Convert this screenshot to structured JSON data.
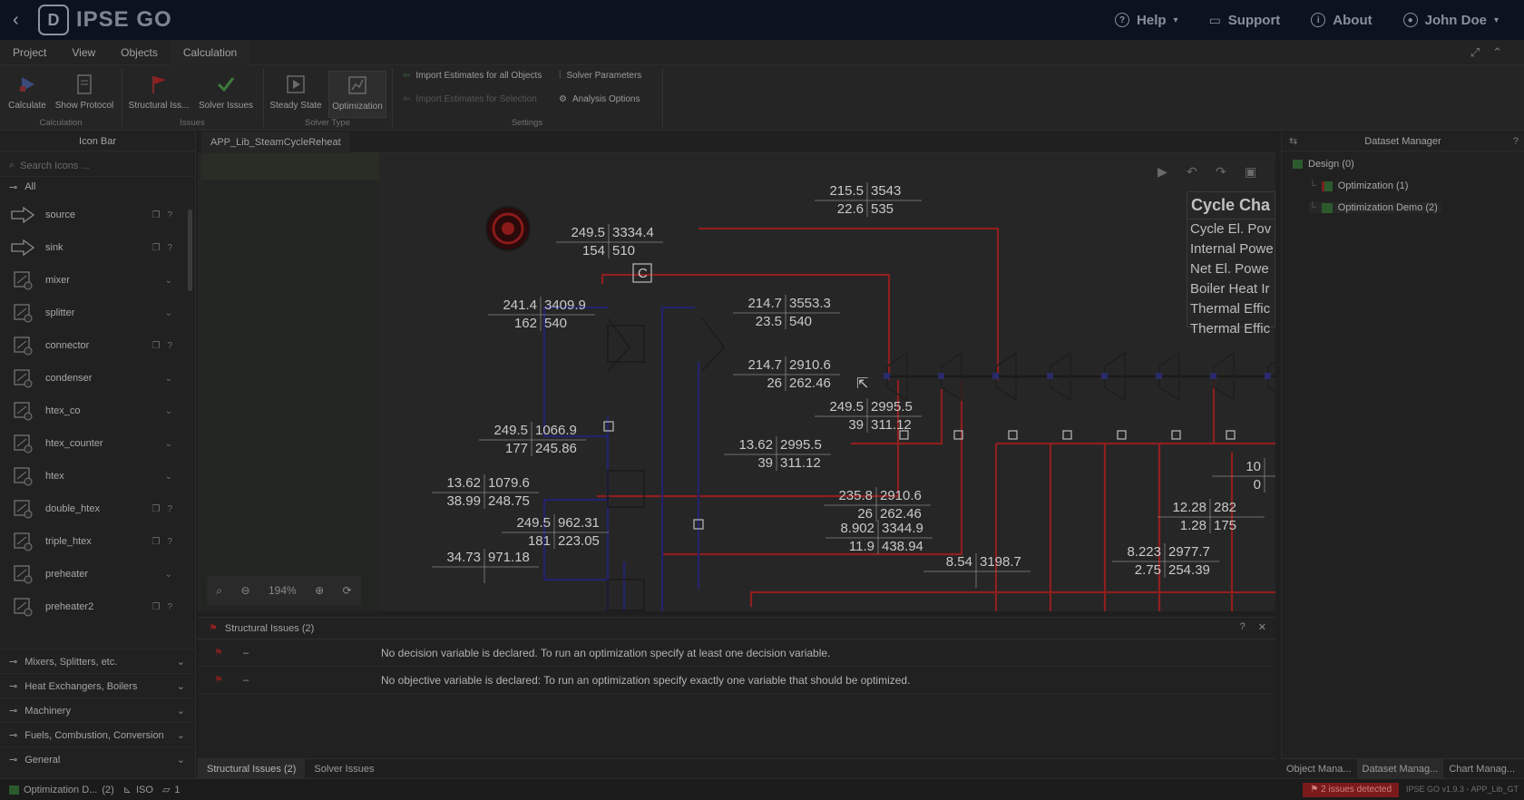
{
  "header": {
    "app_name": "IPSE GO",
    "help": "Help",
    "support": "Support",
    "about": "About",
    "user": "John Doe"
  },
  "menu": [
    "Project",
    "View",
    "Objects",
    "Calculation"
  ],
  "ribbon": {
    "calculate": "Calculate",
    "show_protocol": "Show Protocol",
    "structural_issues": "Structural Iss...",
    "solver_issues": "Solver Issues",
    "steady_state": "Steady State",
    "optimization": "Optimization",
    "import_all": "Import Estimates for all Objects",
    "import_sel": "Import Estimates for Selection",
    "solver_params": "Solver Parameters",
    "analysis_options": "Analysis Options",
    "groups": {
      "calculation": "Calculation",
      "issues": "Issues",
      "solver_type": "Solver Type",
      "settings": "Settings"
    }
  },
  "left_panel": {
    "title": "Icon Bar",
    "search_placeholder": "Search Icons ...",
    "all_label": "All",
    "items": [
      {
        "label": "source",
        "kind": "plain"
      },
      {
        "label": "sink",
        "kind": "plain"
      },
      {
        "label": "mixer",
        "kind": "expand"
      },
      {
        "label": "splitter",
        "kind": "expand"
      },
      {
        "label": "connector",
        "kind": "plain"
      },
      {
        "label": "condenser",
        "kind": "expand"
      },
      {
        "label": "htex_co",
        "kind": "expand"
      },
      {
        "label": "htex_counter",
        "kind": "expand"
      },
      {
        "label": "htex",
        "kind": "expand"
      },
      {
        "label": "double_htex",
        "kind": "plain"
      },
      {
        "label": "triple_htex",
        "kind": "plain"
      },
      {
        "label": "preheater",
        "kind": "expand"
      },
      {
        "label": "preheater2",
        "kind": "plain"
      }
    ],
    "categories": [
      "Mixers, Splitters, etc.",
      "Heat Exchangers, Boilers",
      "Machinery",
      "Fuels, Combustion, Conversion",
      "General"
    ]
  },
  "canvas": {
    "tab": "APP_Lib_SteamCycleReheat",
    "zoom": "194%",
    "connector_label": "C",
    "cycle_chart": {
      "title": "Cycle Cha",
      "rows": [
        "Cycle El. Pov",
        "Internal Powe",
        "Net El. Powe",
        "Boiler Heat Ir",
        "Thermal Effic",
        "Thermal Effic"
      ]
    },
    "values": [
      {
        "a": "215.5",
        "b": "3543",
        "c": "22.6",
        "d": "535"
      },
      {
        "a": "249.5",
        "b": "3334.4",
        "c": "154",
        "d": "510"
      },
      {
        "a": "241.4",
        "b": "3409.9",
        "c": "162",
        "d": "540"
      },
      {
        "a": "214.7",
        "b": "3553.3",
        "c": "23.5",
        "d": "540"
      },
      {
        "a": "214.7",
        "b": "2910.6",
        "c": "26",
        "d": "262.46"
      },
      {
        "a": "249.5",
        "b": "2995.5",
        "c": "39",
        "d": "311.12"
      },
      {
        "a": "13.62",
        "b": "2995.5",
        "c": "39",
        "d": "311.12"
      },
      {
        "a": "249.5",
        "b": "1066.9",
        "c": "177",
        "d": "245.86"
      },
      {
        "a": "13.62",
        "b": "1079.6",
        "c": "38.99",
        "d": "248.75"
      },
      {
        "a": "235.8",
        "b": "2910.6",
        "c": "26",
        "d": "262.46"
      },
      {
        "a": "249.5",
        "b": "962.31",
        "c": "181",
        "d": "223.05"
      },
      {
        "a": "8.902",
        "b": "3344.9",
        "c": "11.9",
        "d": "438.94"
      },
      {
        "a": "34.73",
        "b": "971.18",
        "c": "",
        "d": ""
      },
      {
        "a": "8.54",
        "b": "3198.7",
        "c": "",
        "d": ""
      },
      {
        "a": "8.223",
        "b": "2977.7",
        "c": "2.75",
        "d": "254.39"
      },
      {
        "a": "12.28",
        "b": "282",
        "c": "1.28",
        "d": "175"
      },
      {
        "a": "10",
        "b": "",
        "c": "0",
        "d": ""
      }
    ]
  },
  "issues": {
    "header": "Structural Issues (2)",
    "rows": [
      {
        "id": "–",
        "msg": "No decision variable is declared. To run an optimization specify at least one decision variable."
      },
      {
        "id": "–",
        "msg": "No objective variable is declared: To run an optimization specify exactly one variable that should be optimized."
      }
    ],
    "tabs": [
      "Structural Issues (2)",
      "Solver Issues"
    ]
  },
  "right_panel": {
    "title": "Dataset Manager",
    "tree": [
      "Design (0)",
      "Optimization (1)",
      "Optimization Demo (2)"
    ],
    "tabs": [
      "Object Mana...",
      "Dataset Manag...",
      "Chart Manag..."
    ]
  },
  "status": {
    "dataset": "Optimization D...",
    "count": "(2)",
    "units": "ISO",
    "pages": "1",
    "badge": "2 issues detected",
    "version": "IPSE GO v1.9.3 - APP_Lib_GT"
  },
  "colors": {
    "red_line": "#8f1f1f",
    "blue_line": "#23236e",
    "header_bg": "#0d1220",
    "badge_bg": "#7a1a1a"
  }
}
